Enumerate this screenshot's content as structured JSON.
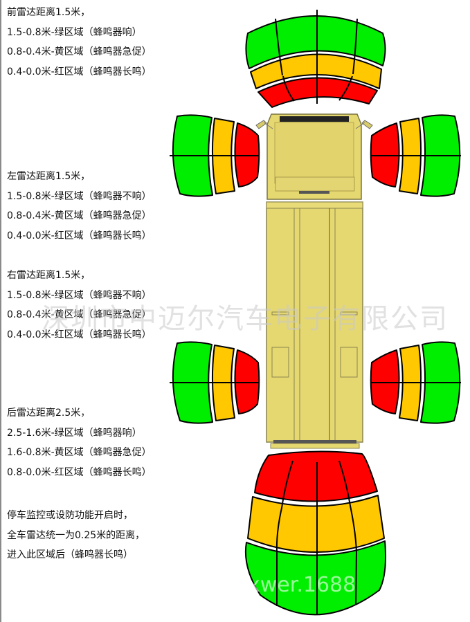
{
  "sections": {
    "front": {
      "title": "前雷达距离1.5米，",
      "lines": [
        "1.5-0.8米-绿区域（蜂鸣器响）",
        "0.8-0.4米-黄区域（蜂鸣器急促）",
        "0.4-0.0米-红区域（蜂鸣器长鸣）"
      ]
    },
    "left": {
      "title": "左雷达距离1.5米，",
      "lines": [
        "1.5-0.8米-绿区域（蜂鸣器不响）",
        "0.8-0.4米-黄区域（蜂鸣器急促）",
        "0.4-0.0米-红区域（蜂鸣器长鸣）"
      ]
    },
    "right": {
      "title": "右雷达距离1.5米，",
      "lines": [
        "1.5-0.8米-绿区域（蜂鸣器不响）",
        "0.8-0.4米-黄区域（蜂鸣器急促）",
        "0.4-0.0米-红区域（蜂鸣器长鸣）"
      ]
    },
    "rear": {
      "title": "后雷达距离2.5米，",
      "lines": [
        "2.5-1.6米-绿区域（蜂鸣器响）",
        "1.6-0.8米-黄区域（蜂鸣器急促）",
        "0.8-0.0米-红区域（蜂鸣器长鸣）"
      ]
    },
    "parking": {
      "lines": [
        "停车监控或设防功能开启时，",
        "全车雷达统一为0.25米的距离，",
        "进入此区域后（蜂鸣器长鸣）"
      ]
    }
  },
  "zones": {
    "colors": {
      "green": "#00ee00",
      "yellow": "#ffc800",
      "red": "#ff0000",
      "outline": "#000000"
    },
    "front": [
      "green",
      "yellow",
      "red"
    ],
    "rear": [
      "red",
      "yellow",
      "green"
    ],
    "left_front": [
      "green",
      "yellow",
      "red"
    ],
    "right_front": [
      "red",
      "yellow",
      "green"
    ],
    "left_rear": [
      "green",
      "yellow",
      "red"
    ],
    "right_rear": [
      "red",
      "yellow",
      "green"
    ]
  },
  "truck": {
    "body_color": "#e6d870",
    "outline_color": "#8a8450"
  },
  "watermarks": {
    "company": "深圳市中迈尔汽车电子有限公司",
    "site": "xwer.1688"
  }
}
